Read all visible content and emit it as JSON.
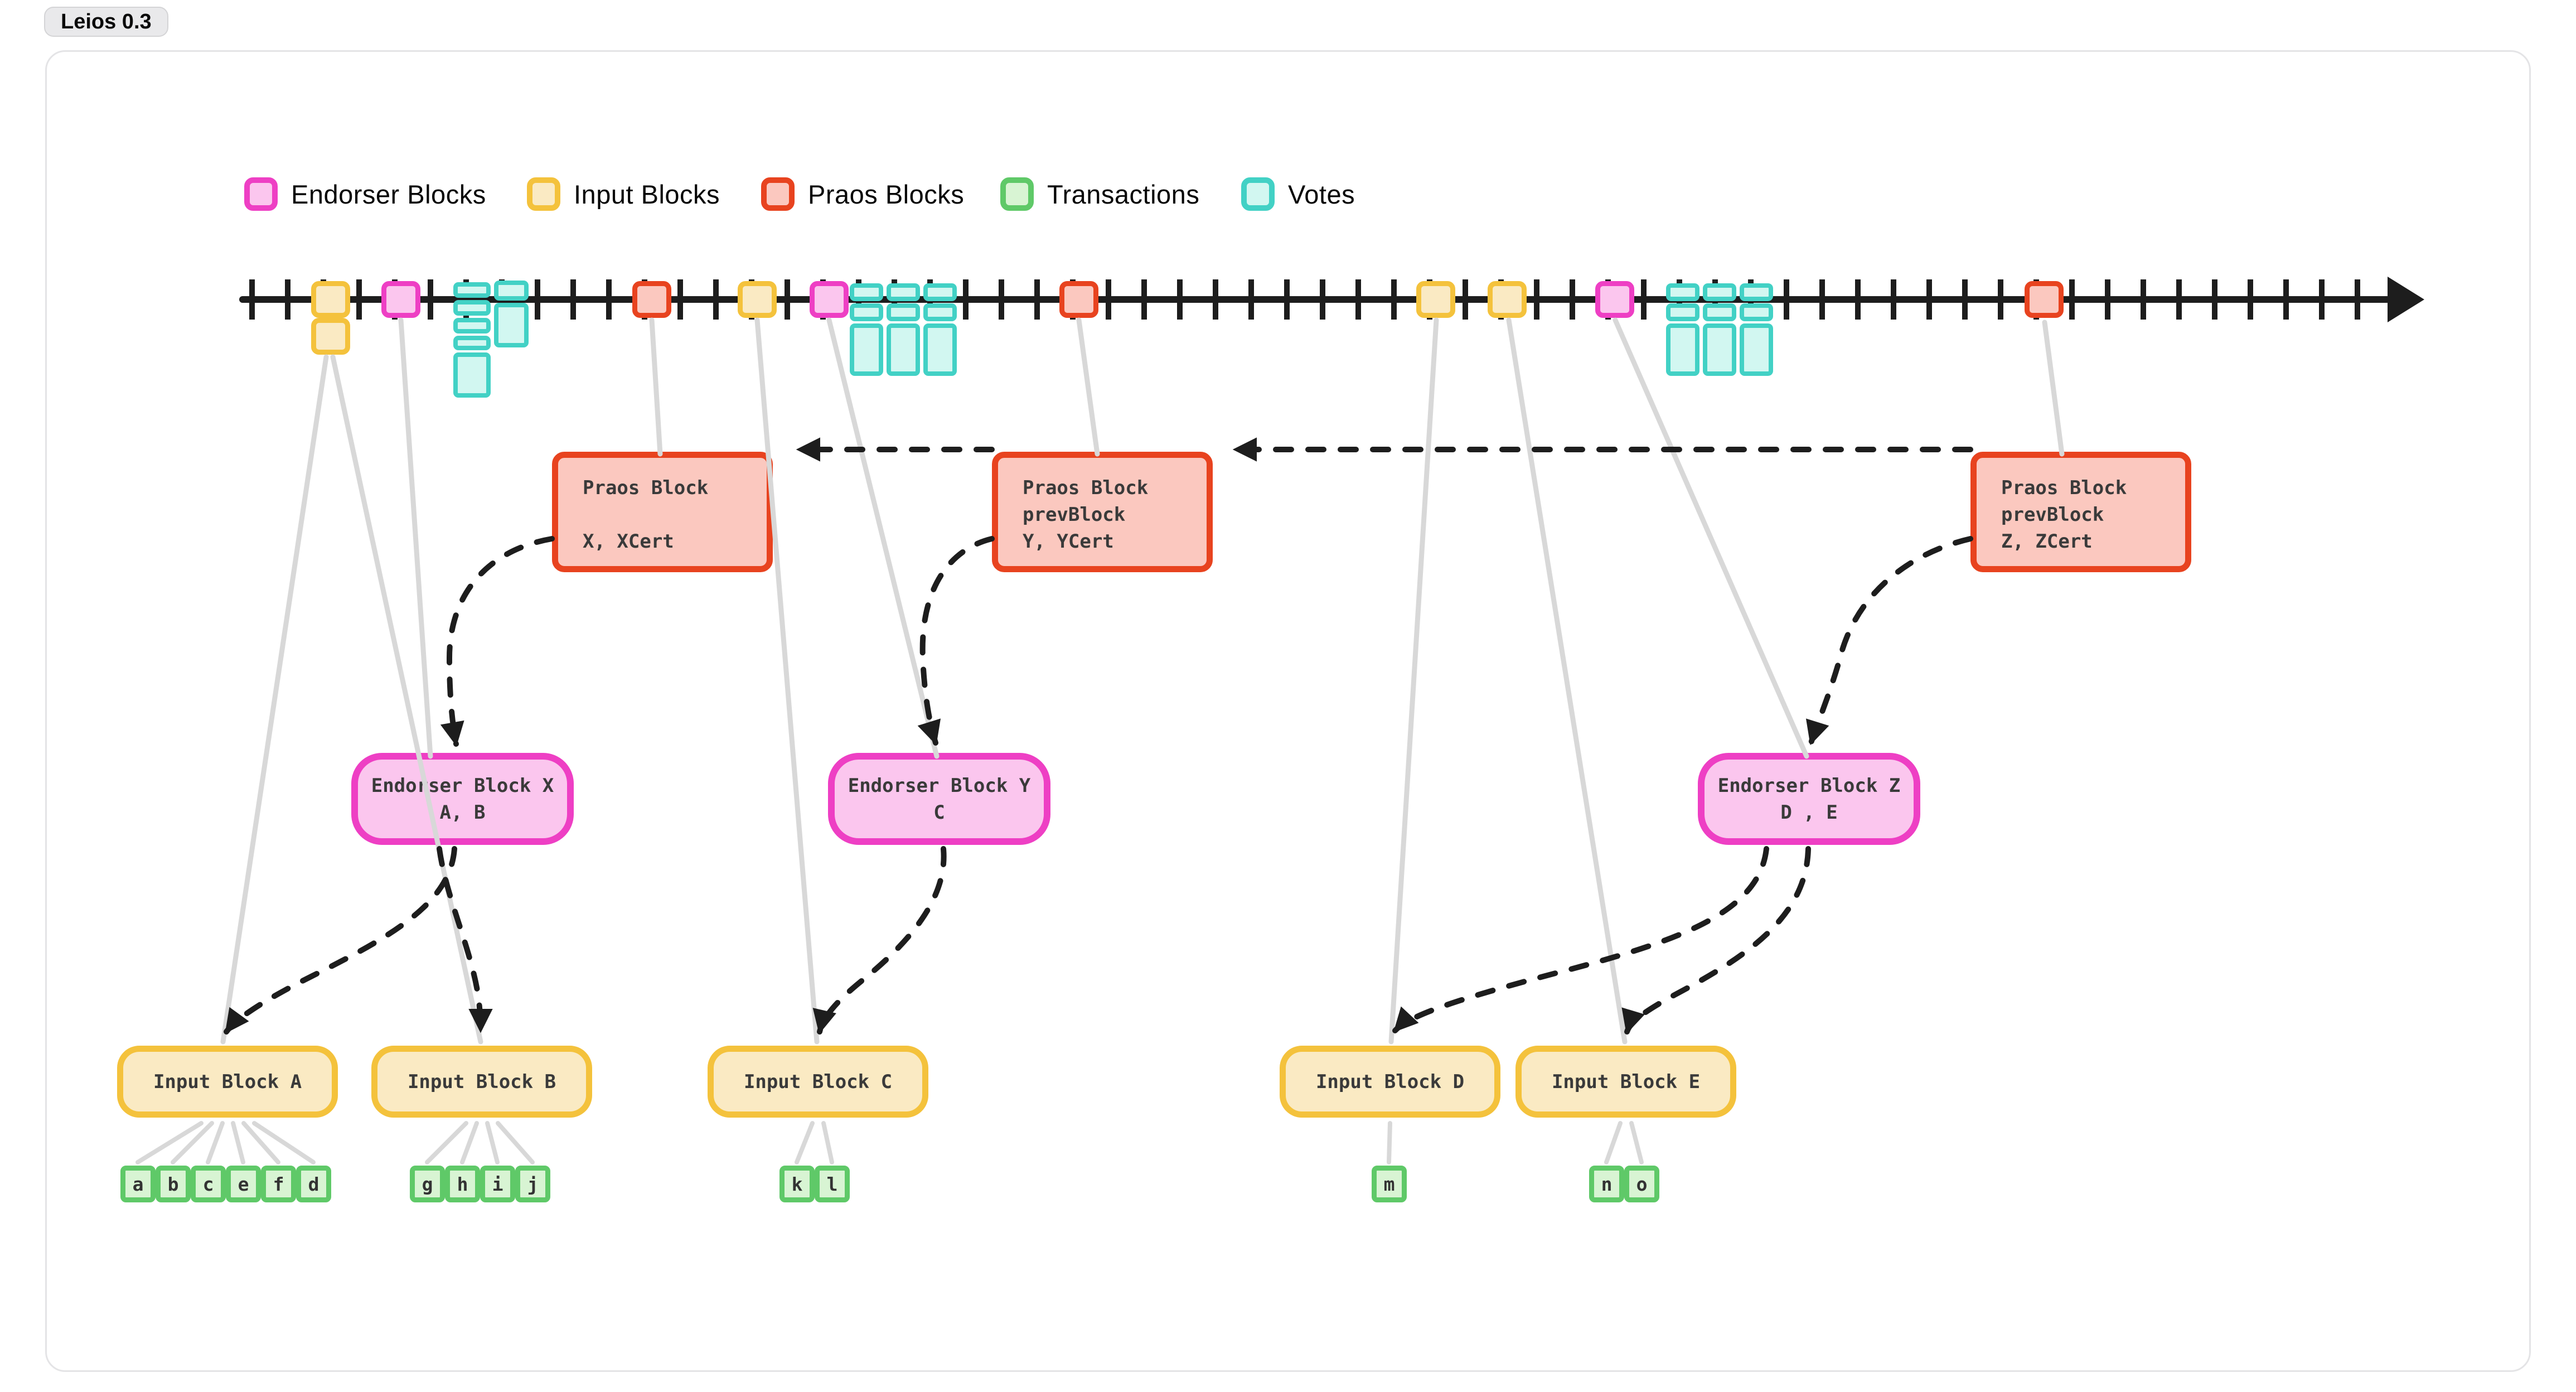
{
  "badge": {
    "label": "Leios 0.3"
  },
  "legend": {
    "items": [
      {
        "label": "Endorser Blocks",
        "color": "#ee3fc4"
      },
      {
        "label": "Input Blocks",
        "color": "#f4c23c"
      },
      {
        "label": "Praos Blocks",
        "color": "#e8431f"
      },
      {
        "label": "Transactions",
        "color": "#5fc968"
      },
      {
        "label": "Votes",
        "color": "#42d1c5"
      }
    ]
  },
  "praos": {
    "x": {
      "line1": "Praos Block",
      "line2": "",
      "line3": "X, XCert"
    },
    "y": {
      "line1": "Praos Block",
      "line2": "prevBlock",
      "line3": "Y, YCert"
    },
    "z": {
      "line1": "Praos Block",
      "line2": "prevBlock",
      "line3": "Z, ZCert"
    }
  },
  "endorsers": {
    "x": {
      "line1": "Endorser Block X",
      "line2": "A, B"
    },
    "y": {
      "line1": "Endorser Block Y",
      "line2": "C"
    },
    "z": {
      "line1": "Endorser Block Z",
      "line2": "D , E"
    }
  },
  "inputs": {
    "a": {
      "label": "Input Block A",
      "txs": [
        "a",
        "b",
        "c",
        "e",
        "f",
        "d"
      ]
    },
    "b": {
      "label": "Input Block B",
      "txs": [
        "g",
        "h",
        "i",
        "j"
      ]
    },
    "c": {
      "label": "Input Block C",
      "txs": [
        "k",
        "l"
      ]
    },
    "d": {
      "label": "Input Block D",
      "txs": [
        "m"
      ]
    },
    "e": {
      "label": "Input Block E",
      "txs": [
        "n",
        "o"
      ]
    }
  },
  "colors": {
    "endorser": "#ee3fc4",
    "input": "#f4c23c",
    "praos": "#e8431f",
    "transaction": "#5fc968",
    "votes": "#42d1c5",
    "connector": "#d8d8d8",
    "ink": "#1d1d1d"
  }
}
